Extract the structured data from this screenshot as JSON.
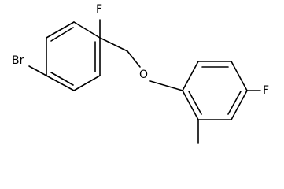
{
  "structure": {
    "atoms": {
      "bromine": "Br",
      "fluorine_left": "F",
      "oxygen": "O",
      "fluorine_right": "F"
    }
  }
}
